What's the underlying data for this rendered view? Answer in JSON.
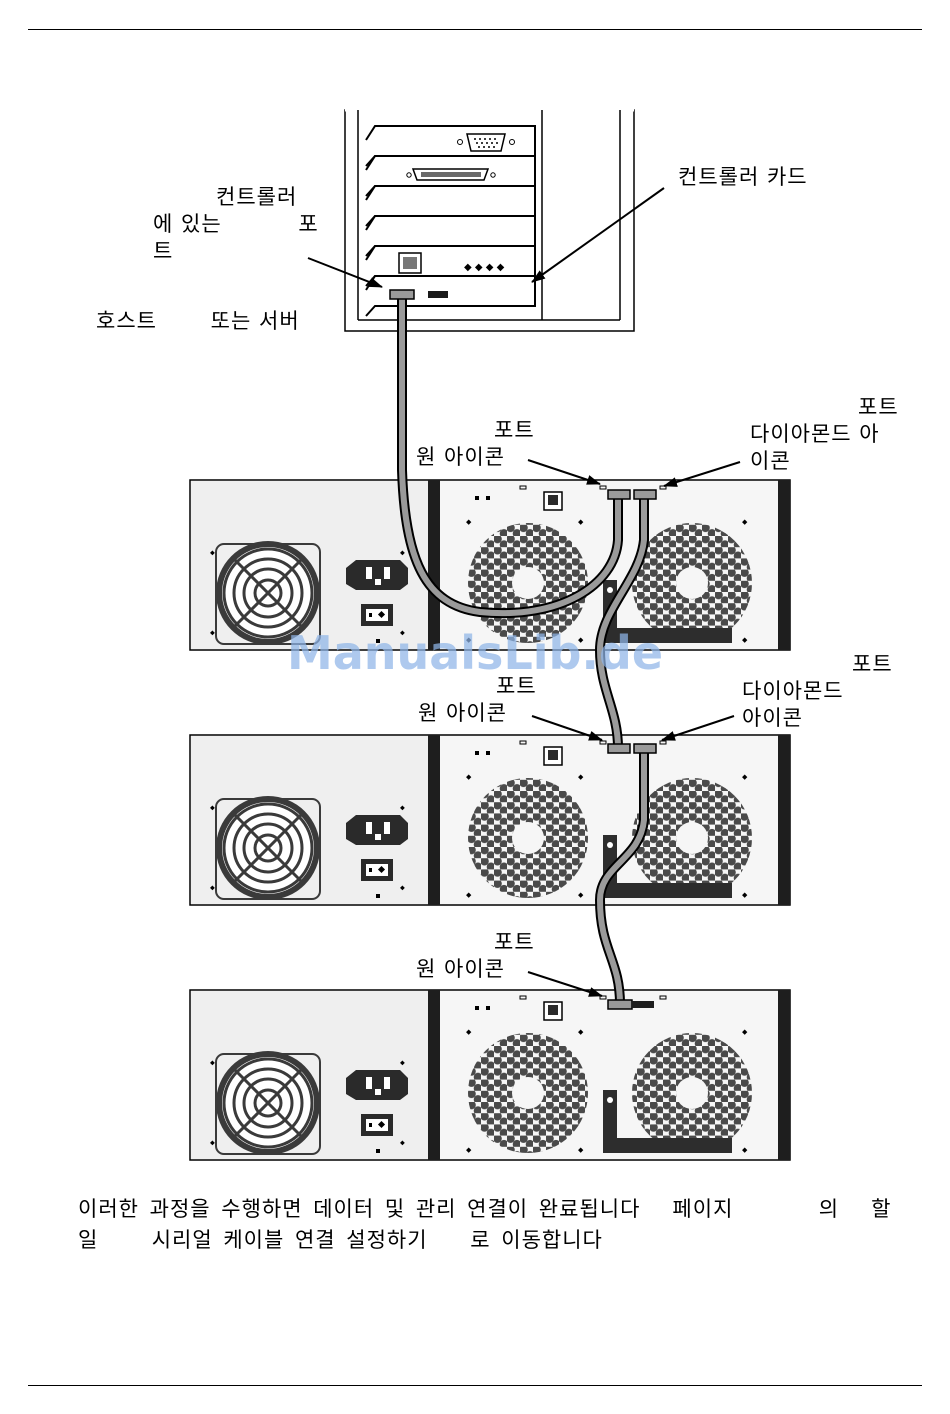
{
  "labels": {
    "controller_port_line1": "컨트롤러",
    "controller_port_line2": "에 있는          포",
    "controller_port_line3": "트",
    "controller_card": "컨트롤러 카드",
    "host_server": "호스트       또는 서버",
    "unit1_port_right_top": "포트",
    "unit1_diamond_icon_line1": "다이아몬드 아",
    "unit1_diamond_icon_line2": "이콘",
    "unit1_port_left_top": "포트",
    "unit1_circle_icon": "원 아이콘",
    "unit2_port_right_top": "포트",
    "unit2_diamond_icon_line1": "다이아몬드",
    "unit2_diamond_icon_line2": "아이콘",
    "unit2_port_left_top": "포트",
    "unit2_circle_icon": "원 아이콘",
    "unit3_port_left_top": "포트",
    "unit3_circle_icon": "원 아이콘"
  },
  "paragraph": {
    "line1": "이러한 과정을 수행하면 데이터 및 관리 연결이 완료됩니다   페이지        의   할",
    "line2": "일     시리얼 케이블 연결 설정하기    로 이동합니다"
  },
  "watermark": "ManualsLib.de",
  "colors": {
    "cable": "#9a9a9a",
    "panel_left": "#efefef",
    "panel_right": "#f6f6f6",
    "dark": "#2a2a2a",
    "watermark": "#8fb5e8"
  }
}
